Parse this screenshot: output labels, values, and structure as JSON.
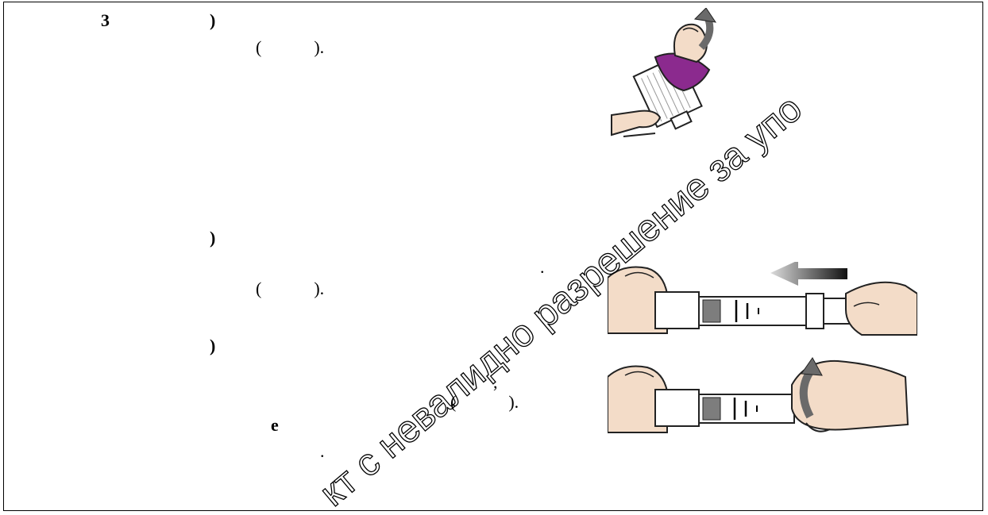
{
  "step": {
    "number": "3",
    "paren_a": ")",
    "paren_b": ")",
    "paren_c": ")"
  },
  "text_lines": {
    "line1": "(            ).",
    "line2": "(            ).",
    "line3": "(            ).",
    "dot_mid": ".",
    "comma_mid": ",",
    "letter_e": "e",
    "dot_low": "."
  },
  "watermark": {
    "text": "кт с невалидно разрешение за упо",
    "color": "#000000"
  },
  "illustrations": {
    "cap_removal": "cap-removal-illustration",
    "push_adapter": "push-adapter-illustration",
    "twist_syringe": "twist-syringe-illustration"
  },
  "colors": {
    "cap_purple": "#8b2a8e",
    "skin": "#f3dcc8",
    "outline": "#222222",
    "arrow_gray": "#6a6a6a"
  }
}
